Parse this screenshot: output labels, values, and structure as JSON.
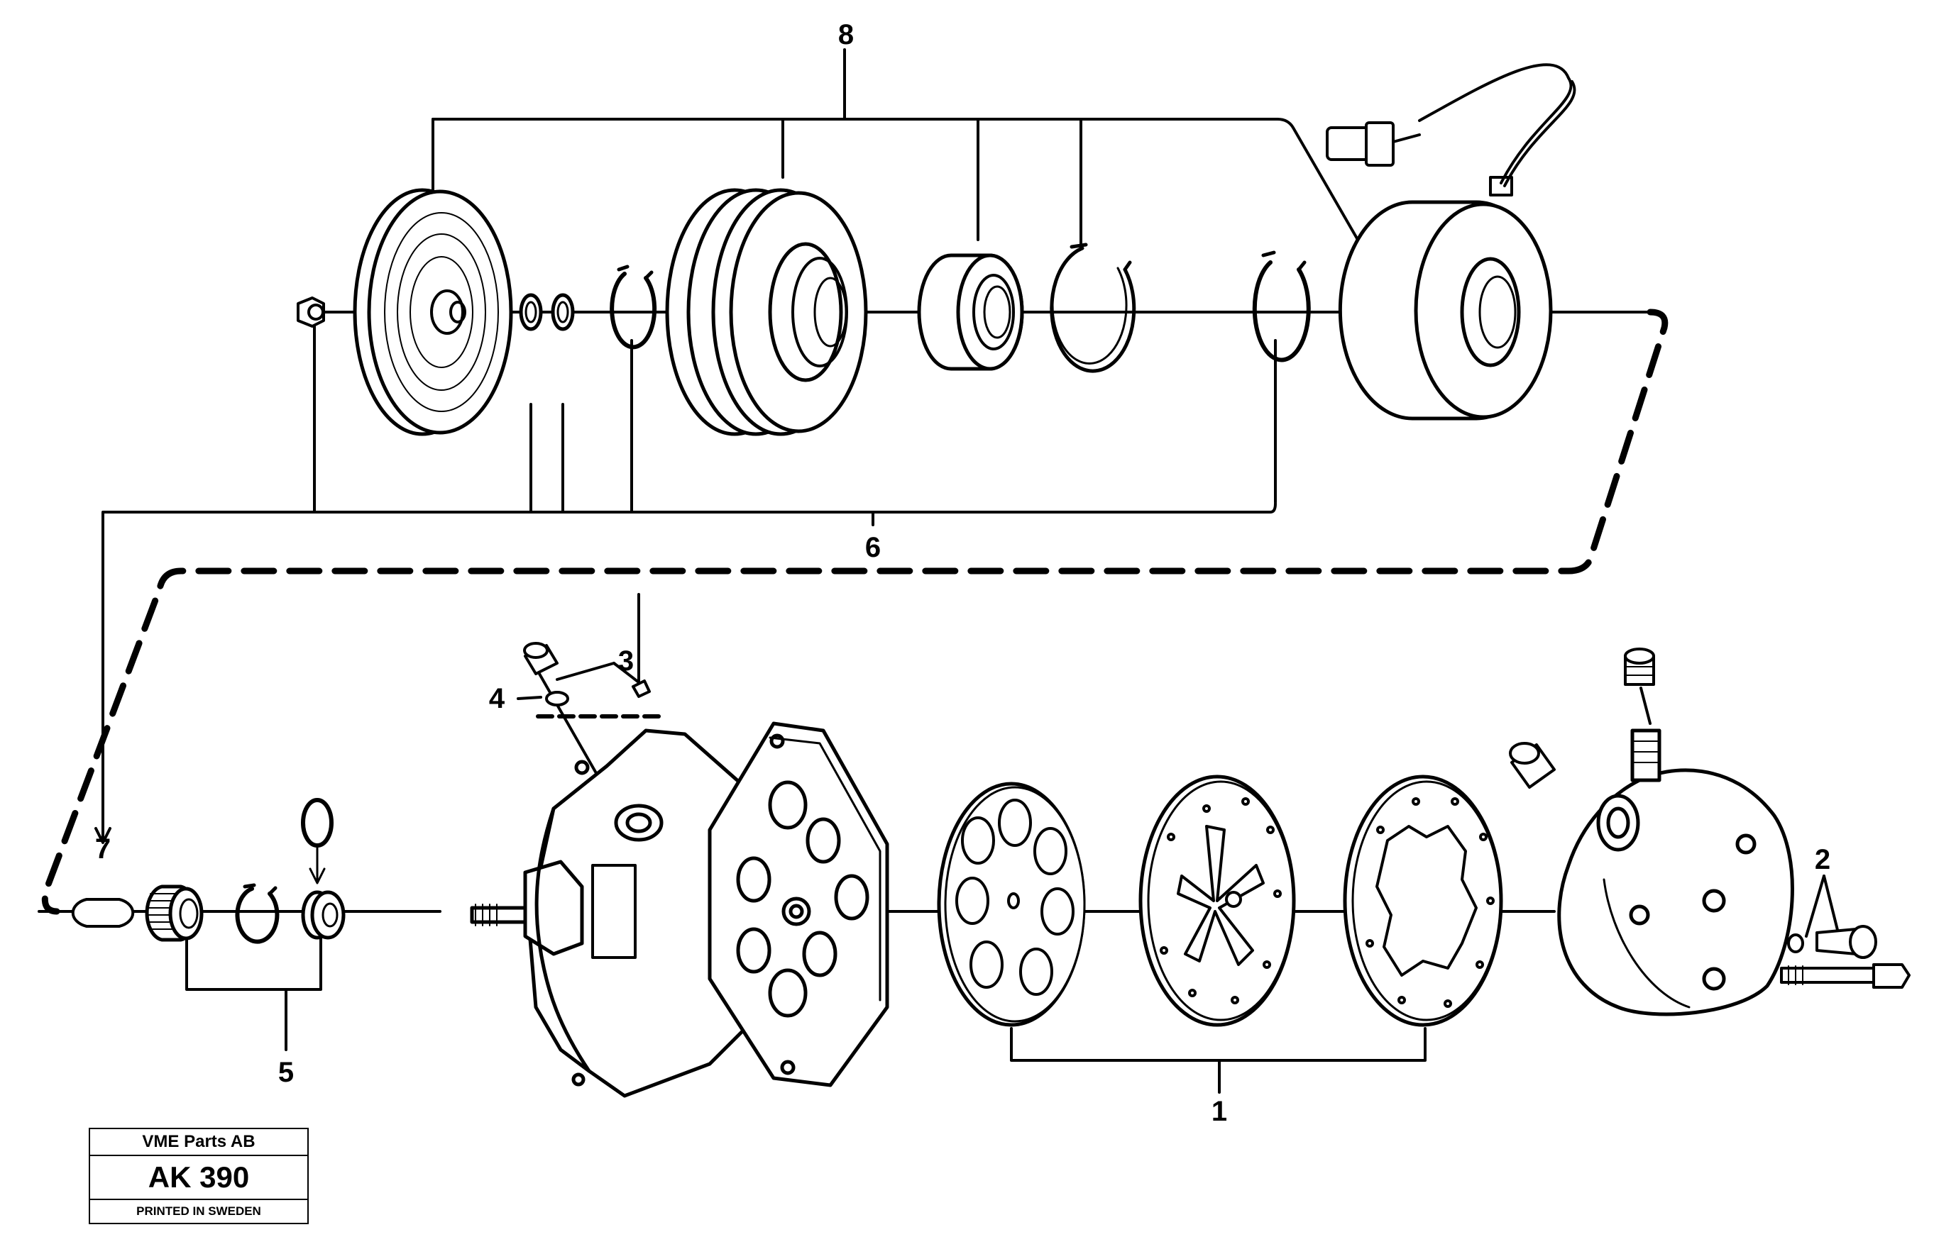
{
  "callouts": [
    "1",
    "2",
    "3",
    "4",
    "5",
    "6",
    "7",
    "8"
  ],
  "stamp": {
    "company": "VME Parts AB",
    "code": "AK 390",
    "printed": "PRINTED IN SWEDEN"
  }
}
